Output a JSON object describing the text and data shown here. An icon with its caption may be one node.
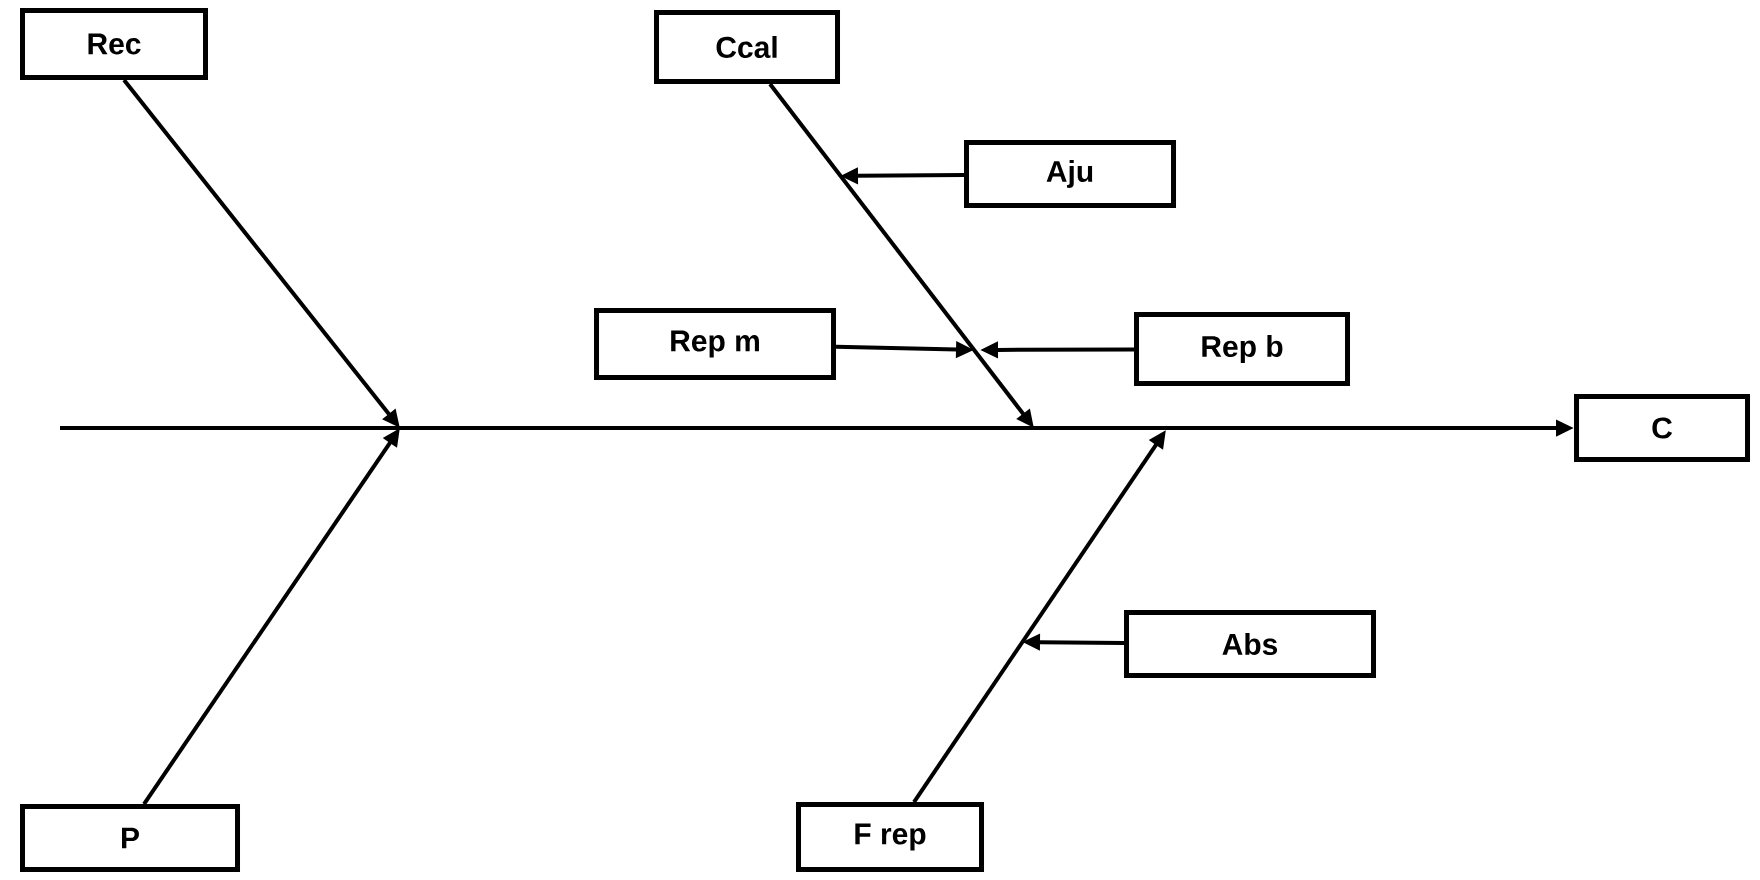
{
  "diagram": {
    "nodes": [
      {
        "text": [
          "Rec"
        ]
      },
      {
        "text": [
          "Ccal"
        ]
      },
      {
        "text": [
          "Aju"
        ]
      },
      {
        "text": [
          "Rep m"
        ]
      },
      {
        "text": [
          "Rep b"
        ]
      },
      {
        "text": [
          "C"
        ]
      },
      {
        "text": [
          "Abs"
        ]
      },
      {
        "text": [
          "P"
        ]
      },
      {
        "text": [
          "F rep"
        ]
      }
    ],
    "edges": [
      {
        "from": null,
        "to": 5,
        "arrow": "to"
      },
      {
        "from": 0,
        "to": null,
        "arrow": "to"
      },
      {
        "from": 7,
        "to": null,
        "arrow": "to"
      },
      {
        "from": 1,
        "to": null,
        "arrow": "to"
      },
      {
        "from": 8,
        "to": null,
        "arrow": "to"
      },
      {
        "from": 2,
        "to": null,
        "arrow": "to"
      },
      {
        "from": 3,
        "to": null,
        "arrow": "to"
      },
      {
        "from": 4,
        "to": null,
        "arrow": "to"
      },
      {
        "from": 6,
        "to": null,
        "arrow": "to"
      }
    ]
  }
}
